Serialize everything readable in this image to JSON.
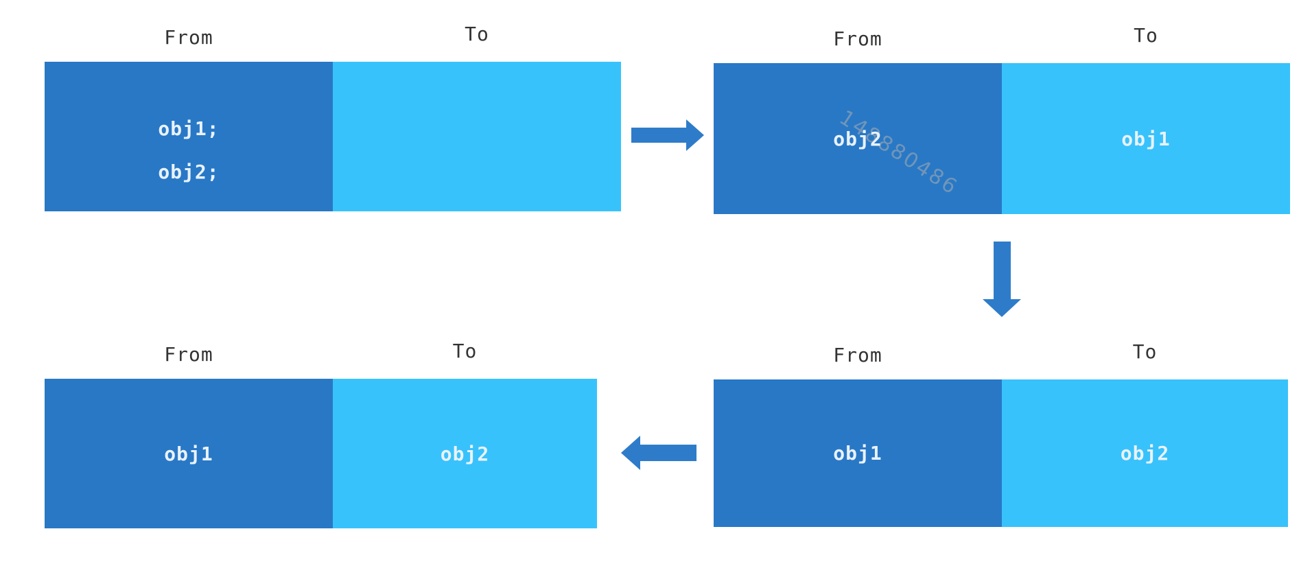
{
  "diagram": {
    "title_hint": "copying-collection from-to semispace steps"
  },
  "colors": {
    "from_space": "#2878C6",
    "to_space": "#38C2FB",
    "arrow": "#2E7CC9",
    "label_text": "#333333",
    "object_text": "#E9F2FB",
    "watermark": "#9FA8B0"
  },
  "panels": [
    {
      "position": "top-left",
      "from_label": "From",
      "to_label": "To",
      "from_lines": [
        "obj1;",
        "obj2;"
      ],
      "to_lines": []
    },
    {
      "position": "top-right",
      "from_label": "From",
      "to_label": "To",
      "from_lines": [
        "obj2"
      ],
      "to_lines": [
        "obj1"
      ],
      "watermark": "148880486"
    },
    {
      "position": "bottom-right",
      "from_label": "From",
      "to_label": "To",
      "from_lines": [
        "obj1"
      ],
      "to_lines": [
        "obj2"
      ]
    },
    {
      "position": "bottom-left",
      "from_label": "From",
      "to_label": "To",
      "from_lines": [
        "obj1"
      ],
      "to_lines": [
        "obj2"
      ]
    }
  ],
  "arrows": [
    {
      "direction": "right",
      "from": "top-left",
      "to": "top-right"
    },
    {
      "direction": "down",
      "from": "top-right",
      "to": "bottom-right"
    },
    {
      "direction": "left",
      "from": "bottom-right",
      "to": "bottom-left"
    }
  ]
}
